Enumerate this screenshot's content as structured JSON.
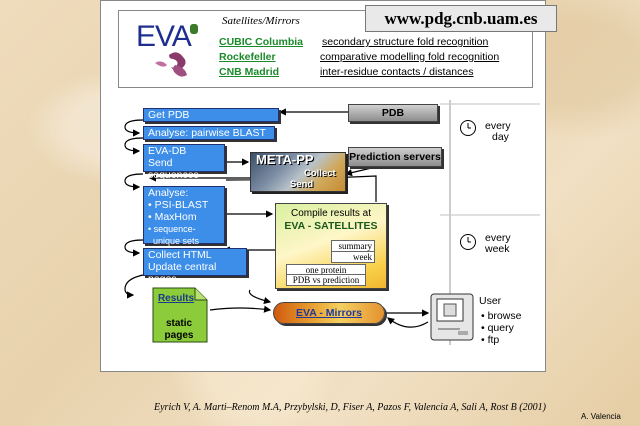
{
  "url": "www.pdg.cnb.uam.es",
  "logo_text": "EVA",
  "satellites_title": "Satellites/Mirrors",
  "satellites": [
    {
      "name": "CUBIC Columbia",
      "desc": "secondary structure  fold recognition"
    },
    {
      "name": "Rockefeller",
      "desc": "comparative modelling   fold recognition"
    },
    {
      "name": "CNB Madrid",
      "desc": "inter-residue contacts / distances"
    }
  ],
  "steps": {
    "get_pdb": "Get PDB",
    "analyse_blast": "Analyse: pairwise BLAST",
    "eva_db": "EVA-DB",
    "send_sequences": "Send sequences",
    "analyse_label": "Analyse:",
    "analyse_items": [
      "• PSI-BLAST",
      "• MaxHom",
      "• sequence-",
      "  unique sets"
    ],
    "collect_html": "Collect HTML",
    "update_pages": "Update central pages"
  },
  "pdb_label": "PDB",
  "prediction_servers_label": "Prediction servers",
  "meta_pp": {
    "title": "META-PP",
    "collect": "Collect",
    "send": "Send"
  },
  "compile": {
    "line1": "Compile results at",
    "title": "EVA - SATELLITES",
    "summary": "summary",
    "week": "week",
    "one_protein": "one protein",
    "pdb_vs_prediction": "PDB vs prediction"
  },
  "results": {
    "title": "Results",
    "line1": "static",
    "line2": "pages"
  },
  "mirrors_label": "EVA - Mirrors",
  "every_day": [
    "every",
    "day"
  ],
  "every_week": [
    "every",
    "week"
  ],
  "user": {
    "title": "User",
    "items": [
      "• browse",
      "• query",
      "• ftp"
    ]
  },
  "credit": "Eyrich V, A. Marti–Renom M.A, Przybylski, D, Fiser A, Pazos F, Valencia A, Sali A, Rost B (2001)",
  "author": "A. Valencia",
  "colors": {
    "blue_box": "#3d8ee8",
    "green_link": "#1a8a2a",
    "mirrors_text": "#1f3a9a",
    "sand_bg": "#efdcbc"
  }
}
